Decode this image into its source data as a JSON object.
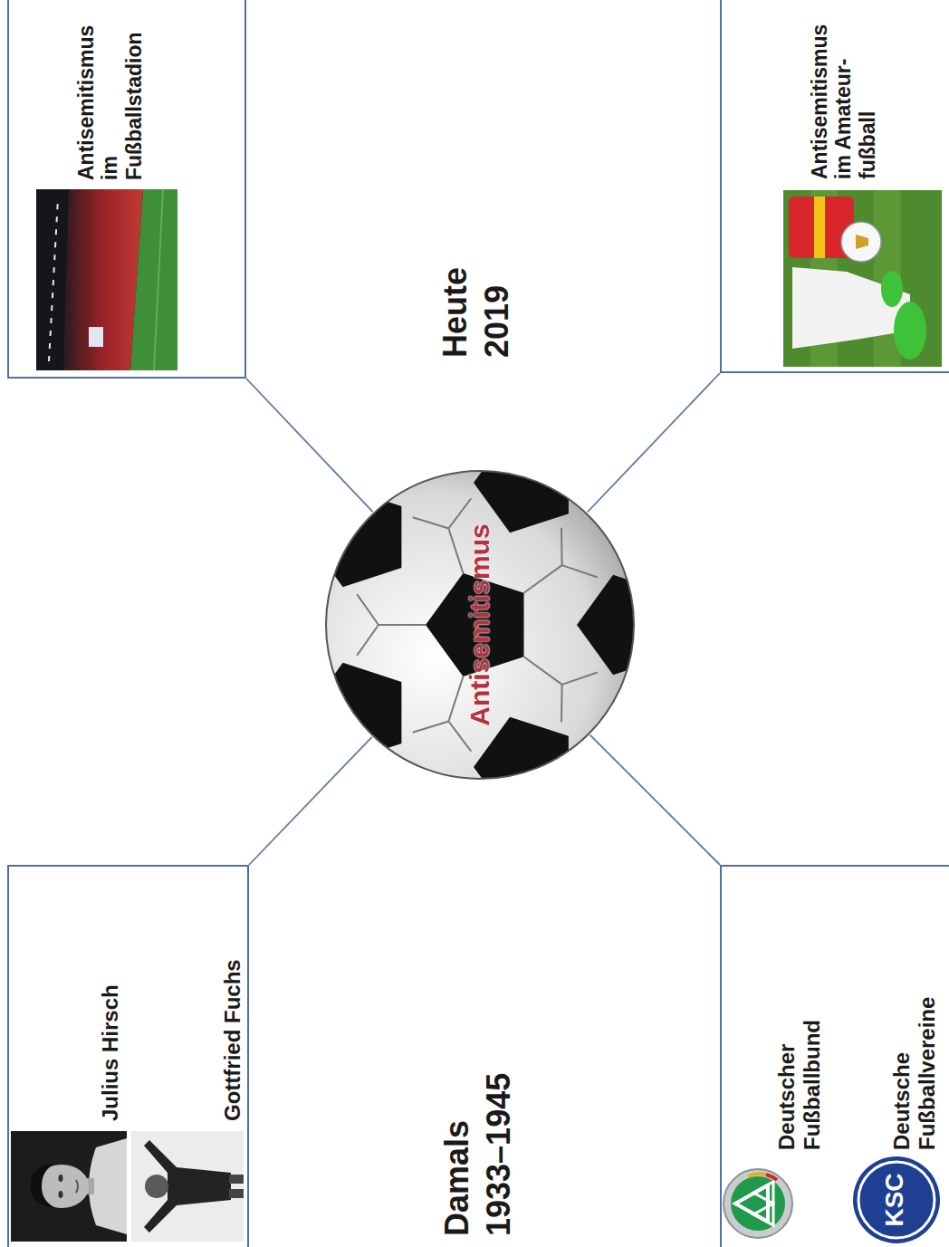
{
  "diagram": {
    "nodes": [
      {
        "text": [
          "Julius Hirsch",
          "Gottfried Fuchs"
        ]
      },
      {
        "text": [
          "Antisemitismus im Fußballstadion"
        ]
      },
      {
        "text": [
          "Antisemitismus"
        ]
      },
      {
        "text": [
          "Deutscher Fußballbund",
          "Deutsche Fußballvereine"
        ]
      },
      {
        "text": [
          "Antisemitismus im Amateur- fußball"
        ]
      }
    ],
    "edges": [
      {
        "from": 2,
        "to": 0,
        "arrow": "none"
      },
      {
        "from": 2,
        "to": 1,
        "arrow": "none"
      },
      {
        "from": 2,
        "to": 3,
        "arrow": "none"
      },
      {
        "from": 2,
        "to": 4,
        "arrow": "none"
      }
    ],
    "labels": [
      "Damals",
      "1933–1945",
      "Heute",
      "2019",
      "KSC"
    ]
  }
}
